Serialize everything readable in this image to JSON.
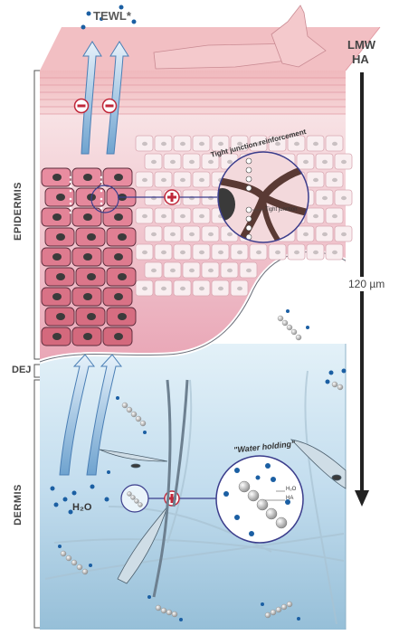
{
  "labels": {
    "tewl": "TEWL*",
    "lmw_line1": "LMW",
    "lmw_line2": "HA",
    "depth": "120 µm",
    "epidermis": "EPIDERMIS",
    "dej": "DEJ",
    "dermis": "DERMIS",
    "tight_junction_reinforcement": "Tight junction reinforcement",
    "tight_junction": "Tight junction",
    "water_holding": "\"Water holding\"",
    "h2o_main": "H₂O",
    "h2o_small": "H₂O",
    "ha_small": "HA"
  },
  "colors": {
    "stratum_corneum": "#f2c6c8",
    "epidermis": "#f6dde0",
    "basal_cells": "#d9527e",
    "dermis_top": "#d9ecf6",
    "dermis_bottom": "#9cc3dc",
    "nuclei": "#3b3b3b",
    "molecule_blue": "#1b5fa3",
    "ha_beads": "#a7a7a7",
    "inset_border": "#3b3d8c",
    "plus_red": "#c0283a",
    "arrow_fill": "#bfd9ef"
  },
  "icons": {
    "minus_badge": "minus-circle-icon",
    "plus_badge": "plus-circle-icon",
    "depth_arrow": "down-arrow-icon"
  }
}
